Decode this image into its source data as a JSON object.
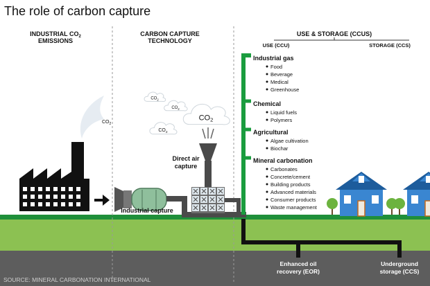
{
  "title": "The role of carbon capture",
  "columns": {
    "emissions": [
      "INDUSTRIAL CO",
      "EMISSIONS"
    ],
    "emissions_subscript": "2",
    "capture": [
      "CARBON CAPTURE",
      "TECHNOLOGY"
    ],
    "storage": "USE & STORAGE (CCUS)",
    "use_sub": "USE (CCU)",
    "storage_sub": "STORAGE (CCS)"
  },
  "clouds": {
    "label": "CO",
    "subscript": "2"
  },
  "labels": {
    "industrial_capture": "Industrial capture",
    "direct_air_capture": [
      "Direct air",
      "capture"
    ]
  },
  "uses": [
    {
      "title": "Industrial gas",
      "items": [
        "Food",
        "Beverage",
        "Medical",
        "Greenhouse"
      ]
    },
    {
      "title": "Chemical",
      "items": [
        "Liquid fuels",
        "Polymers"
      ]
    },
    {
      "title": "Agricultural",
      "items": [
        "Algae cultivation",
        "Biochar"
      ]
    },
    {
      "title": "Mineral carbonation",
      "items": [
        "Carbonates",
        "Concrete/cement",
        "Building products",
        "Advanced materials",
        "Consumer products",
        "Waste management"
      ]
    }
  ],
  "storage_labels": {
    "eor": [
      "Enhanced oil",
      "recovery (EOR)"
    ],
    "underground": [
      "Underground",
      "storage (CCS)"
    ]
  },
  "source": "SOURCE: MINERAL CARBONATION INTERNATIONAL",
  "colors": {
    "pipe_green": "#1a9c3e",
    "pipe_grey": "#4a4a4a",
    "ground_green": "#8cc152",
    "underground": "#595959",
    "house_blue": "#3a86d1",
    "factory": "#111111"
  }
}
